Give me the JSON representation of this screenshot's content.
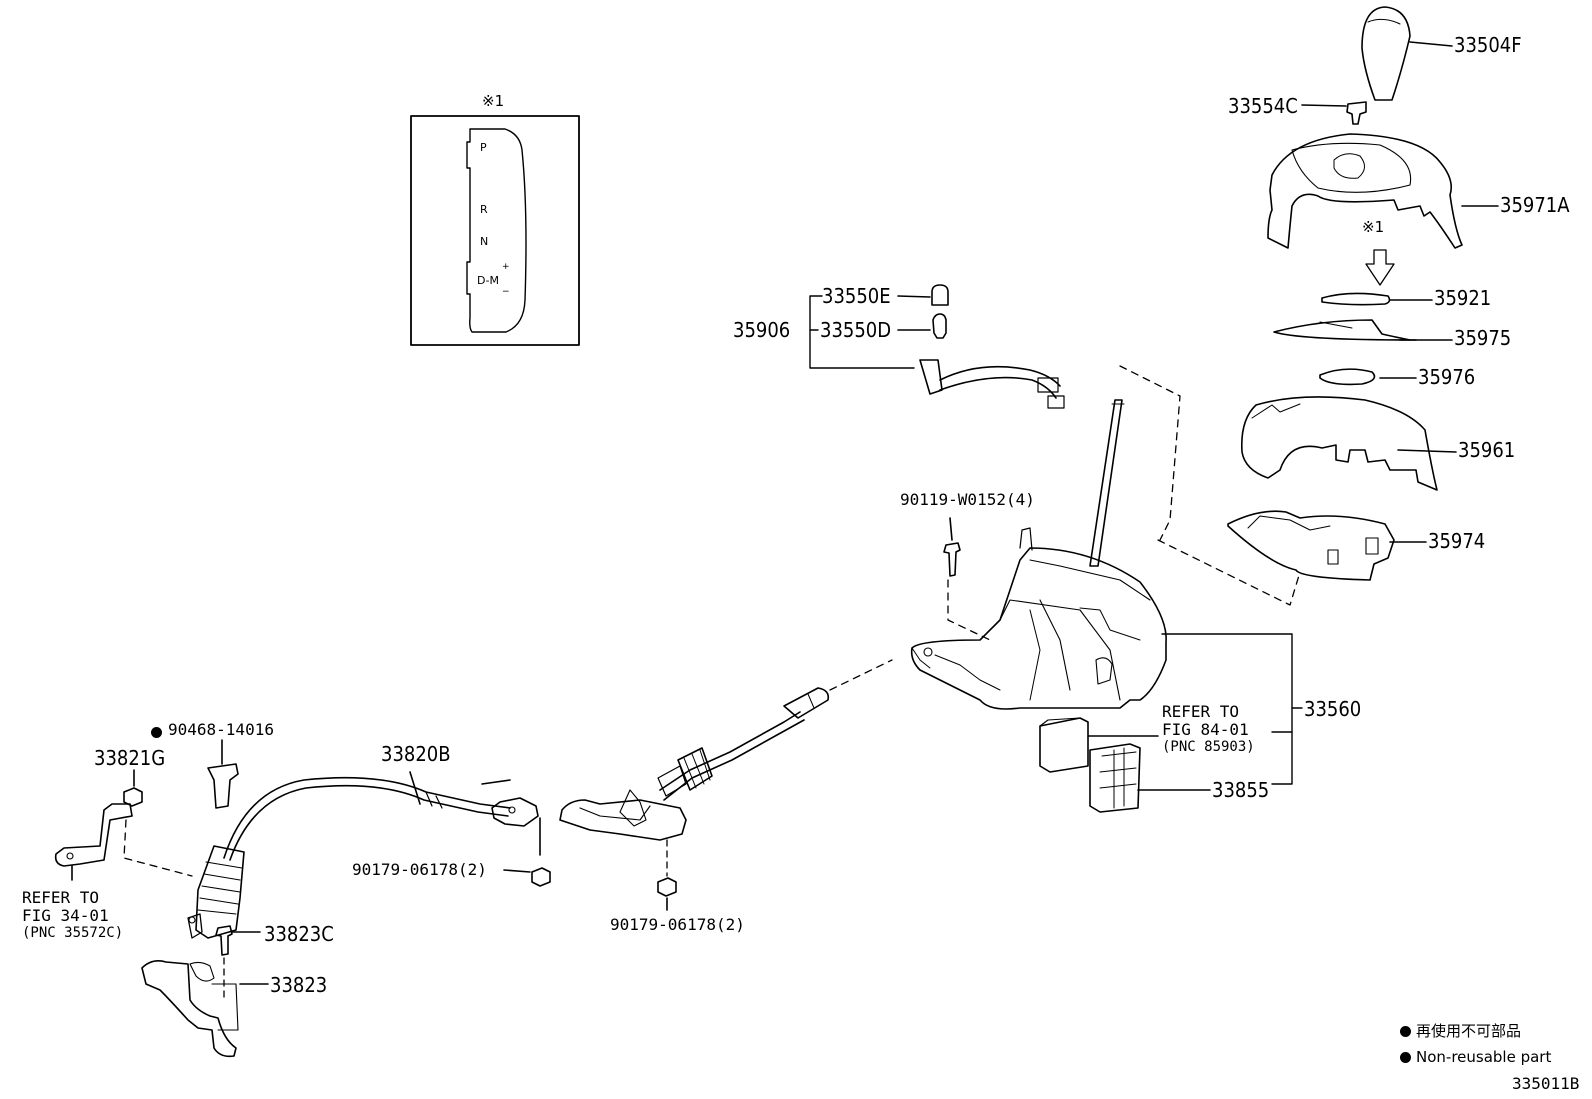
{
  "diagram_id": "335011B",
  "inset": {
    "marker": "※1",
    "positions": [
      "P",
      "R",
      "N",
      "D-M"
    ],
    "plus": "+",
    "minus": "−"
  },
  "labels": {
    "p33504F": "33504F",
    "p33554C": "33554C",
    "p35971A": "35971A",
    "p35971A_marker": "※1",
    "p35921": "35921",
    "p35975": "35975",
    "p35976": "35976",
    "p35961": "35961",
    "p35974": "35974",
    "p33550E": "33550E",
    "p33550D": "33550D",
    "p35906": "35906",
    "p90119": "90119-W0152(4)",
    "p33560": "33560",
    "p33855": "33855",
    "p33820B": "33820B",
    "p90468": "90468-14016",
    "p33821G": "33821G",
    "p33823C": "33823C",
    "p33823": "33823",
    "p90179a": "90179-06178(2)",
    "p90179b": "90179-06178(2)"
  },
  "refs": {
    "fig84": {
      "line1": "REFER TO",
      "line2": "FIG 84-01",
      "line3": "(PNC 85903)"
    },
    "fig34": {
      "line1": "REFER TO",
      "line2": "FIG 34-01",
      "line3": "(PNC 35572C)"
    }
  },
  "legend": {
    "ja": "再使用不可部品",
    "en": "Non-reusable part"
  }
}
